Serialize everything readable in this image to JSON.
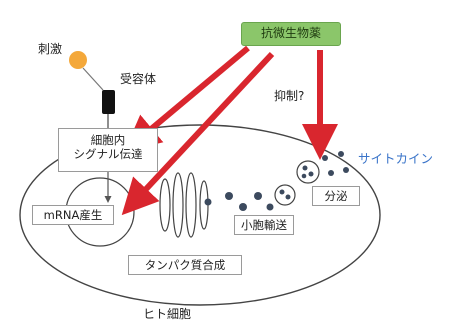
{
  "labels": {
    "stimulus": "刺激",
    "receptor": "受容体",
    "drug": "抗微生物薬",
    "suppression": "抑制?",
    "signaling_line1": "細胞内",
    "signaling_line2": "シグナル伝達",
    "mrna": "mRNA産生",
    "vesicle": "小胞輸送",
    "protein": "タンパク質合成",
    "secretion": "分泌",
    "cytokine": "サイトカイン",
    "cell": "ヒト細胞"
  },
  "colors": {
    "drug_box": "#8bc66a",
    "arrow": "#d9262e",
    "stimulus": "#f4a83a",
    "cytokine_text": "#3a74c9",
    "dots": "#3c4a5e"
  }
}
